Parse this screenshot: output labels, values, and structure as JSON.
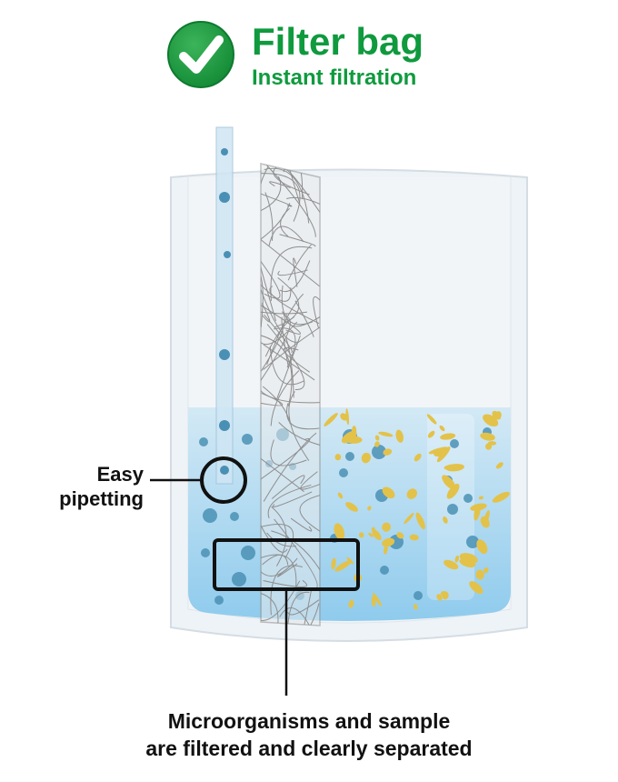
{
  "header": {
    "title": "Filter bag",
    "subtitle": "Instant filtration",
    "icon": "check-circle-icon"
  },
  "callouts": {
    "pipetting": {
      "line1": "Easy",
      "line2": "pipetting"
    },
    "separation": {
      "line1": "Microorganisms and sample",
      "line2": "are filtered and clearly separated"
    }
  },
  "colors": {
    "accent": "#0f9a3e",
    "liquid": "#a9d6ef",
    "particle_blue": "#4a90b4",
    "particle_yellow": "#e3c24a",
    "filter": "#8e8e8e"
  }
}
